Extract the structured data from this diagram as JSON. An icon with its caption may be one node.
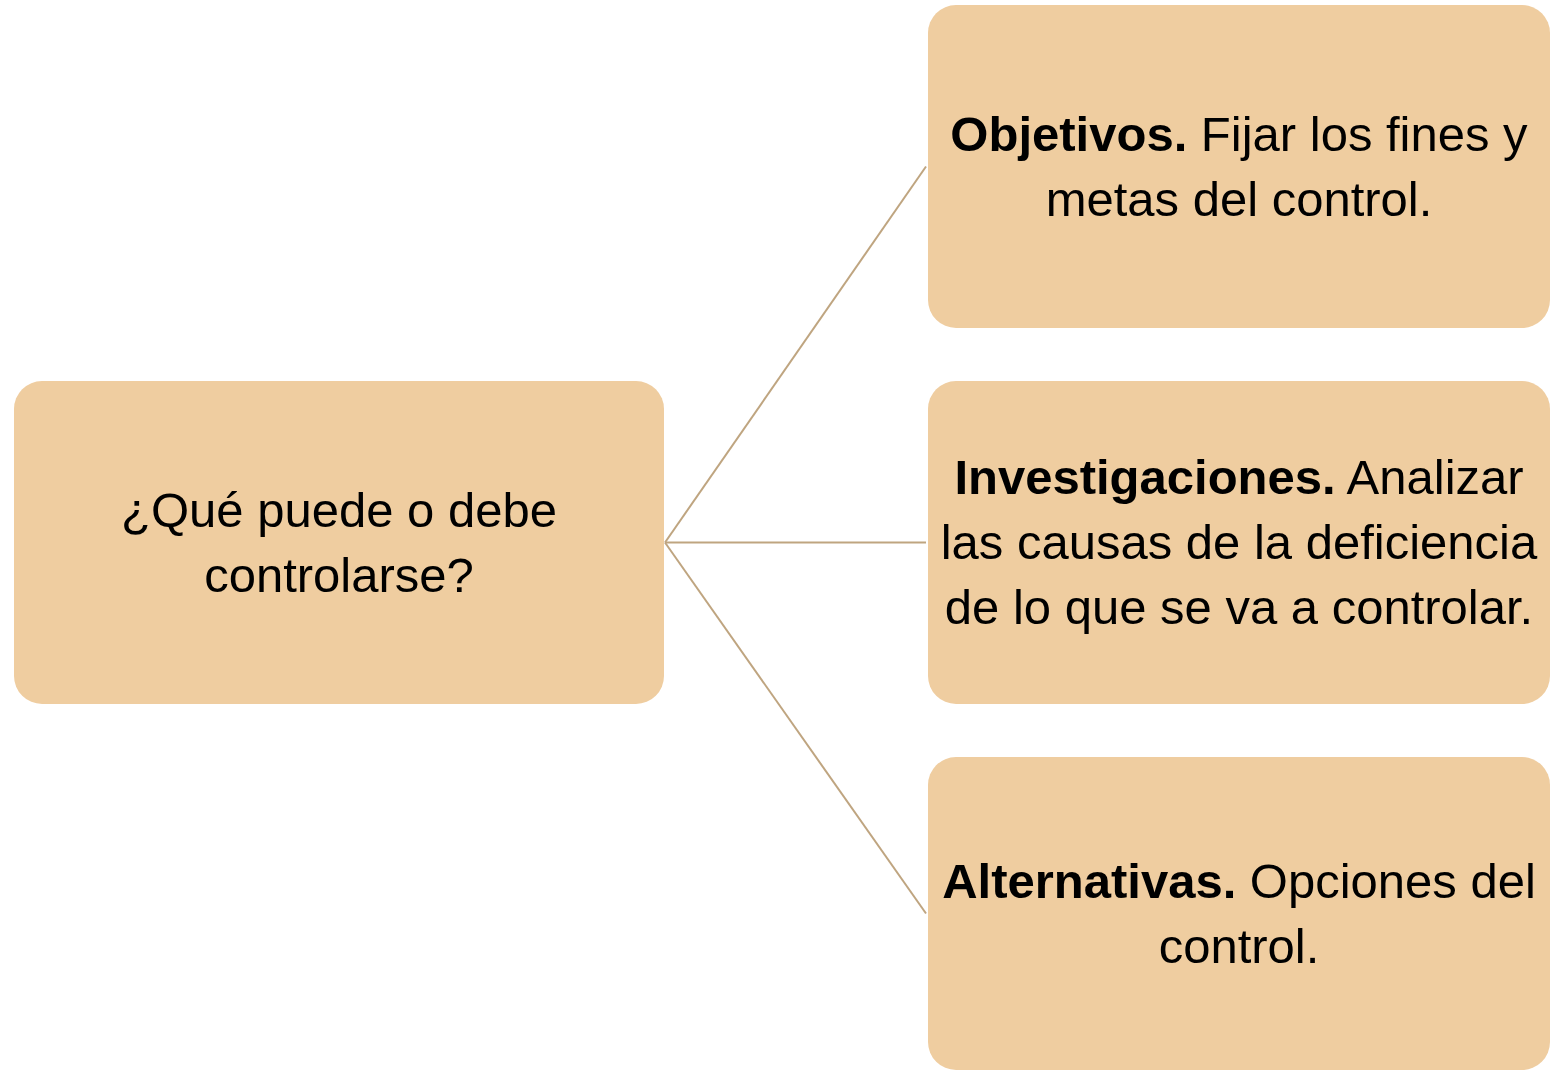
{
  "diagram": {
    "nodes": [
      {
        "text": [
          "¿Qué puede o debe controlarse?"
        ]
      },
      {
        "text": [
          "**Objetivos.** Fijar los fines y metas del control."
        ]
      },
      {
        "text": [
          "**Investigaciones.** Analizar las causas de la deficiencia de lo que se va a controlar."
        ]
      },
      {
        "text": [
          "**Alternativas.** Opciones del control."
        ]
      }
    ],
    "edges": [
      {
        "from": 0,
        "to": 1,
        "arrow": "none"
      },
      {
        "from": 0,
        "to": 2,
        "arrow": "none"
      },
      {
        "from": 0,
        "to": 3,
        "arrow": "none"
      }
    ]
  }
}
